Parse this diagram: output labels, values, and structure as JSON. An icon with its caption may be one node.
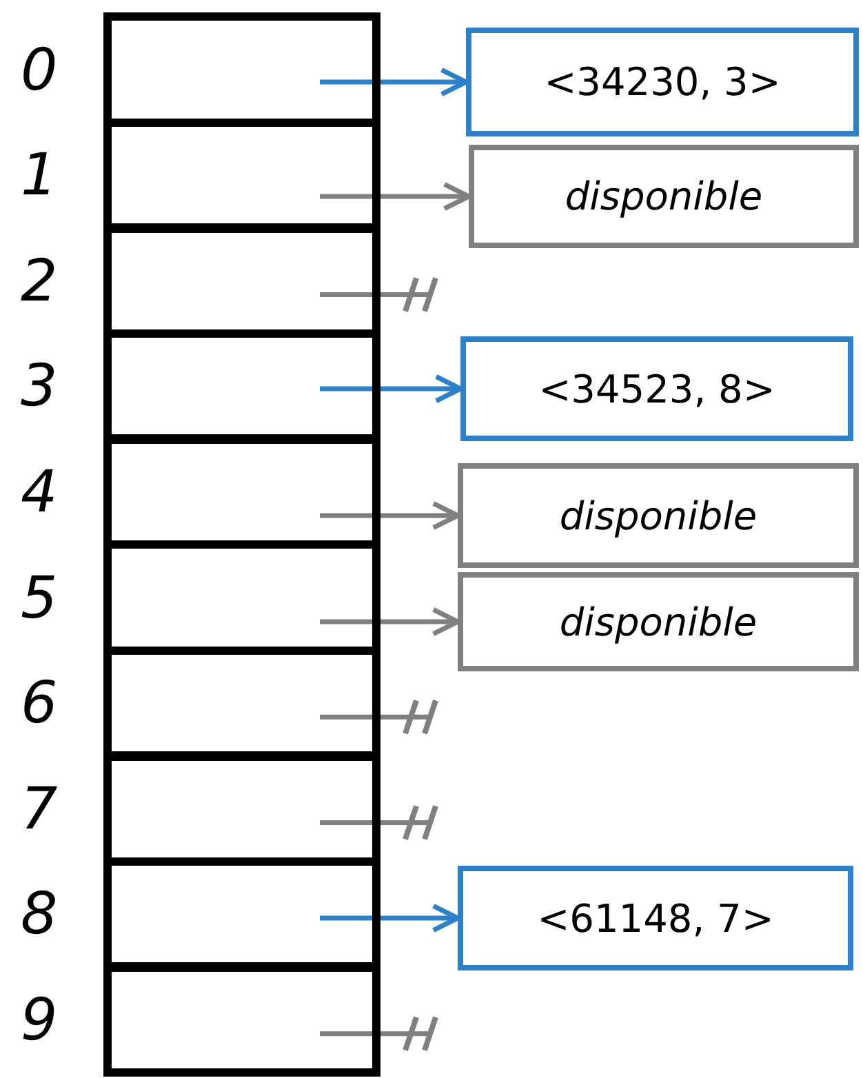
{
  "diagram": {
    "nodes": [
      {
        "text": [],
        "shape": "box",
        "beside": [
          "0"
        ]
      },
      {
        "text": [],
        "shape": "box",
        "beside": [
          "1"
        ]
      },
      {
        "text": [],
        "shape": "box",
        "beside": [
          "2"
        ]
      },
      {
        "text": [],
        "shape": "box",
        "beside": [
          "3"
        ]
      },
      {
        "text": [],
        "shape": "box",
        "beside": [
          "4"
        ]
      },
      {
        "text": [],
        "shape": "box",
        "beside": [
          "5"
        ]
      },
      {
        "text": [],
        "shape": "box",
        "beside": [
          "6"
        ]
      },
      {
        "text": [],
        "shape": "box",
        "beside": [
          "7"
        ]
      },
      {
        "text": [],
        "shape": "box",
        "beside": [
          "8"
        ]
      },
      {
        "text": [],
        "shape": "box",
        "beside": [
          "9"
        ]
      },
      {
        "text": [
          "<34230, 3>"
        ]
      },
      {
        "text": [
          "disponible"
        ]
      },
      {
        "text": [
          "<34523, 8>"
        ]
      },
      {
        "text": [
          "disponible"
        ]
      },
      {
        "text": [
          "disponible"
        ]
      },
      {
        "text": [
          "<61148, 7>"
        ]
      }
    ],
    "edges": [
      {
        "from": 0,
        "to": 10,
        "arrow": "to",
        "color": "#2e80c8"
      },
      {
        "from": 1,
        "to": 11,
        "arrow": "to"
      },
      {
        "from": 2,
        "to": null,
        "arrow": "other"
      },
      {
        "from": 3,
        "to": 12,
        "arrow": "to",
        "color": "#2e80c8"
      },
      {
        "from": 4,
        "to": 13,
        "arrow": "to"
      },
      {
        "from": 5,
        "to": 14,
        "arrow": "to"
      },
      {
        "from": 6,
        "to": null,
        "arrow": "other"
      },
      {
        "from": 7,
        "to": null,
        "arrow": "other"
      },
      {
        "from": 8,
        "to": 15,
        "arrow": "to",
        "color": "#2e80c8"
      },
      {
        "from": 9,
        "to": null,
        "arrow": "other"
      }
    ]
  }
}
